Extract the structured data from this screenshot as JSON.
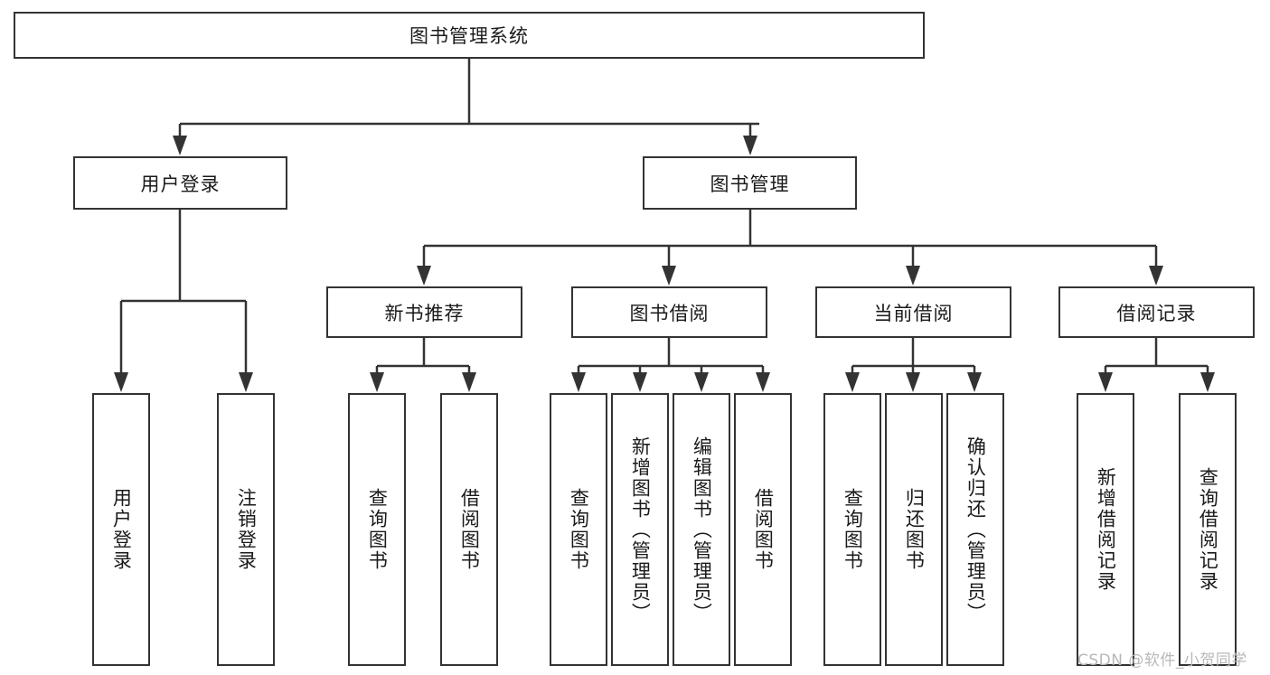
{
  "diagram": {
    "title": "图书管理系统",
    "type": "tree",
    "root": {
      "id": "root",
      "label": "图书管理系统"
    },
    "level2": [
      {
        "id": "user-login",
        "label": "用户登录"
      },
      {
        "id": "book-manage",
        "label": "图书管理"
      }
    ],
    "level3": [
      {
        "id": "new-book-rec",
        "label": "新书推荐"
      },
      {
        "id": "book-borrow",
        "label": "图书借阅"
      },
      {
        "id": "current-borrow",
        "label": "当前借阅"
      },
      {
        "id": "borrow-record",
        "label": "借阅记录"
      }
    ],
    "leaves": {
      "user_login": [
        {
          "id": "leaf-user-login",
          "label": "用户登录"
        },
        {
          "id": "leaf-logout",
          "label": "注销登录"
        }
      ],
      "new_book_rec": [
        {
          "id": "leaf-query-book-1",
          "label": "查询图书"
        },
        {
          "id": "leaf-borrow-book-1",
          "label": "借阅图书"
        }
      ],
      "book_borrow": [
        {
          "id": "leaf-query-book-2",
          "label": "查询图书"
        },
        {
          "id": "leaf-add-book",
          "label": "新增图书（管理员）"
        },
        {
          "id": "leaf-edit-book",
          "label": "编辑图书（管理员）"
        },
        {
          "id": "leaf-borrow-book-2",
          "label": "借阅图书"
        }
      ],
      "current_borrow": [
        {
          "id": "leaf-query-book-3",
          "label": "查询图书"
        },
        {
          "id": "leaf-return-book",
          "label": "归还图书"
        },
        {
          "id": "leaf-confirm-return",
          "label": "确认归还（管理员）"
        }
      ],
      "borrow_record": [
        {
          "id": "leaf-add-record",
          "label": "新增借阅记录"
        },
        {
          "id": "leaf-query-record",
          "label": "查询借阅记录"
        }
      ]
    }
  },
  "watermark": {
    "text": "CSDN @软件_小贺同学"
  },
  "colors": {
    "stroke": "#333333",
    "box_fill": "#ffffff",
    "text": "#1a1a1a",
    "watermark": "#b8b8b8"
  }
}
